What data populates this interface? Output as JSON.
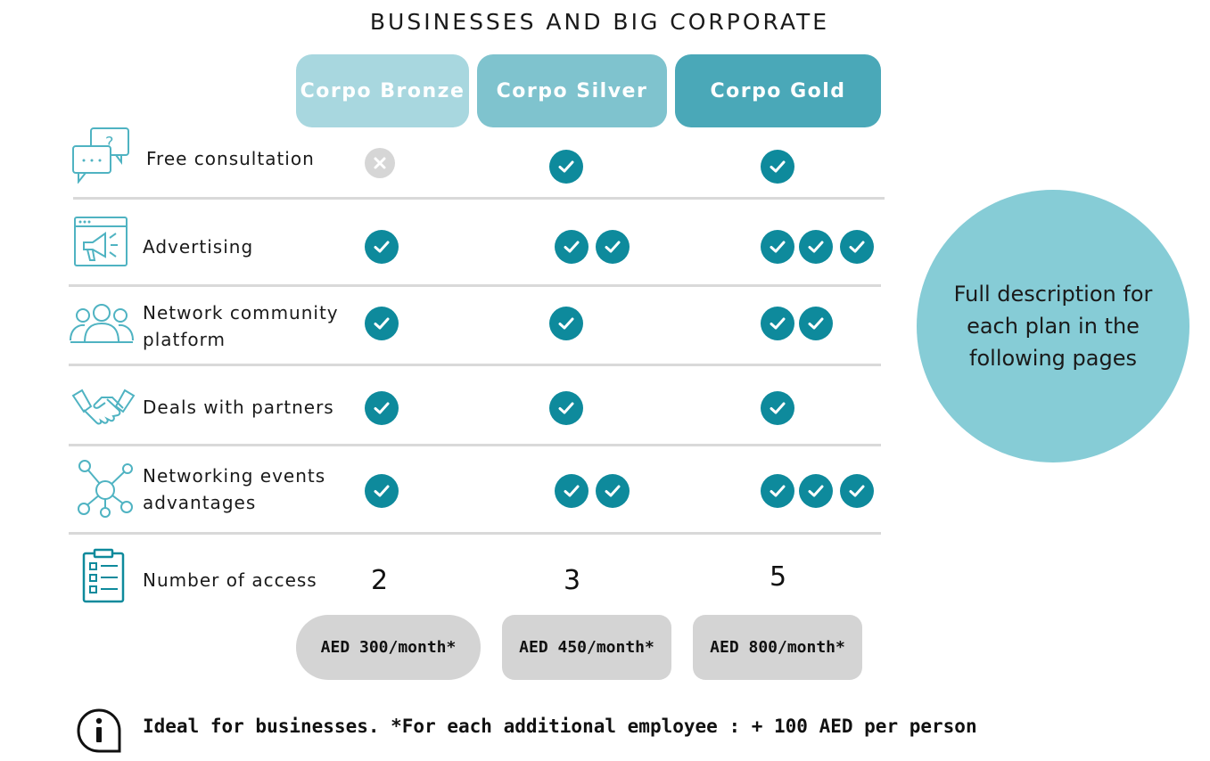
{
  "title": "BUSINESSES AND BIG CORPORATE",
  "plans": [
    {
      "name": "Corpo Bronze",
      "color": "#a8d7df"
    },
    {
      "name": "Corpo Silver",
      "color": "#7fc3ce"
    },
    {
      "name": "Corpo Gold",
      "color": "#4aa8b8"
    }
  ],
  "features": [
    {
      "label": "Free consultation",
      "icon": "chat-bubbles-question-icon",
      "values": [
        0,
        1,
        1
      ]
    },
    {
      "label": "Advertising",
      "icon": "megaphone-browser-icon",
      "values": [
        1,
        2,
        3
      ]
    },
    {
      "label": "Network community platform",
      "icon": "people-group-icon",
      "values": [
        1,
        1,
        2
      ]
    },
    {
      "label": "Deals with partners",
      "icon": "handshake-icon",
      "values": [
        1,
        1,
        1
      ]
    },
    {
      "label": "Networking events advantages",
      "icon": "network-nodes-icon",
      "values": [
        1,
        2,
        3
      ]
    }
  ],
  "access": {
    "label": "Number of access",
    "icon": "clipboard-checklist-icon",
    "values": [
      "2",
      "3",
      "5"
    ]
  },
  "prices": [
    "AED 300/month*",
    "AED 450/month*",
    "AED 800/month*"
  ],
  "info_circle": "Full description for each plan in the following pages",
  "footer": {
    "icon": "info-icon",
    "text": "Ideal for businesses. *For each additional employee : + 100 AED per person"
  },
  "colors": {
    "check": "#0e8a9c",
    "cross": "#d6d6d6",
    "icon_stroke": "#4fb3c2"
  }
}
